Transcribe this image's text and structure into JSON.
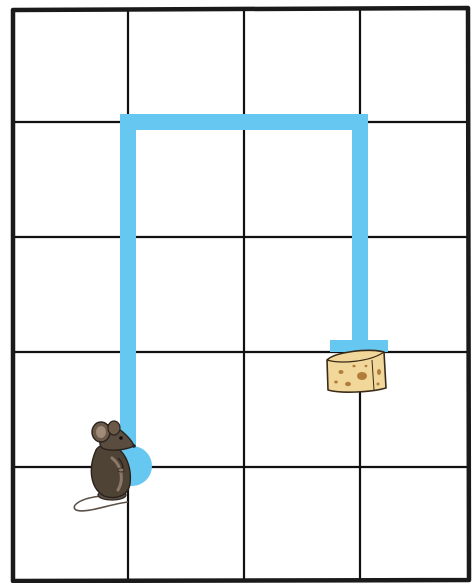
{
  "grid": {
    "columns": 4,
    "rows": 5
  },
  "path": {
    "color": "#66c7f0",
    "start": {
      "column": 1,
      "row": 5
    },
    "turns": [
      "up",
      "right",
      "down"
    ],
    "end": {
      "column": 3,
      "row": 4
    }
  },
  "mouse": {
    "icon": "mouse-icon",
    "cell": {
      "column": 1,
      "row": 5
    }
  },
  "cheese": {
    "icon": "cheese-icon",
    "cell": {
      "column": 3,
      "row": 4
    }
  },
  "colors": {
    "grid_line": "#111111",
    "frame": "#1a1a1a",
    "background": "#ffffff",
    "path": "#66c7f0",
    "mouse_body": "#4f4336",
    "mouse_light": "#8a7868",
    "cheese_fill": "#f2d79a",
    "cheese_holes": "#b07d3c"
  }
}
